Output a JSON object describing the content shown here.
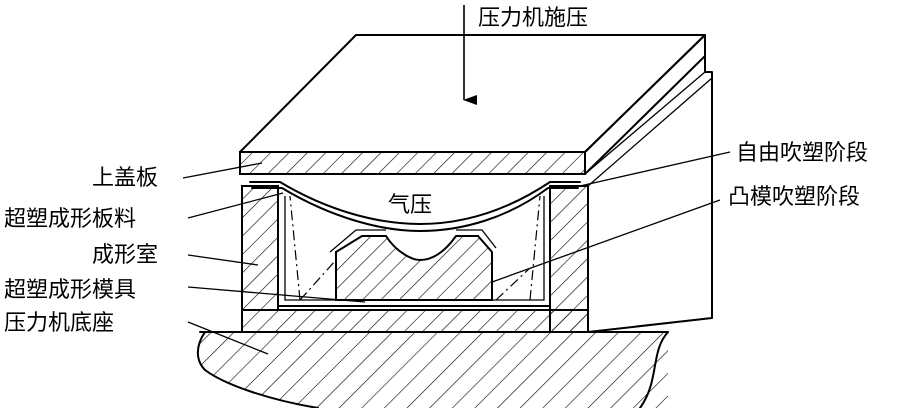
{
  "labels": {
    "press_force": "压力机施压",
    "top_cover": "上盖板",
    "sheet": "超塑成形板料",
    "chamber": "成形室",
    "die": "超塑成形模具",
    "press_base": "压力机底座",
    "gas_pressure": "气压",
    "free_stage": "自由吹塑阶段",
    "punch_stage": "凸模吹塑阶段"
  }
}
